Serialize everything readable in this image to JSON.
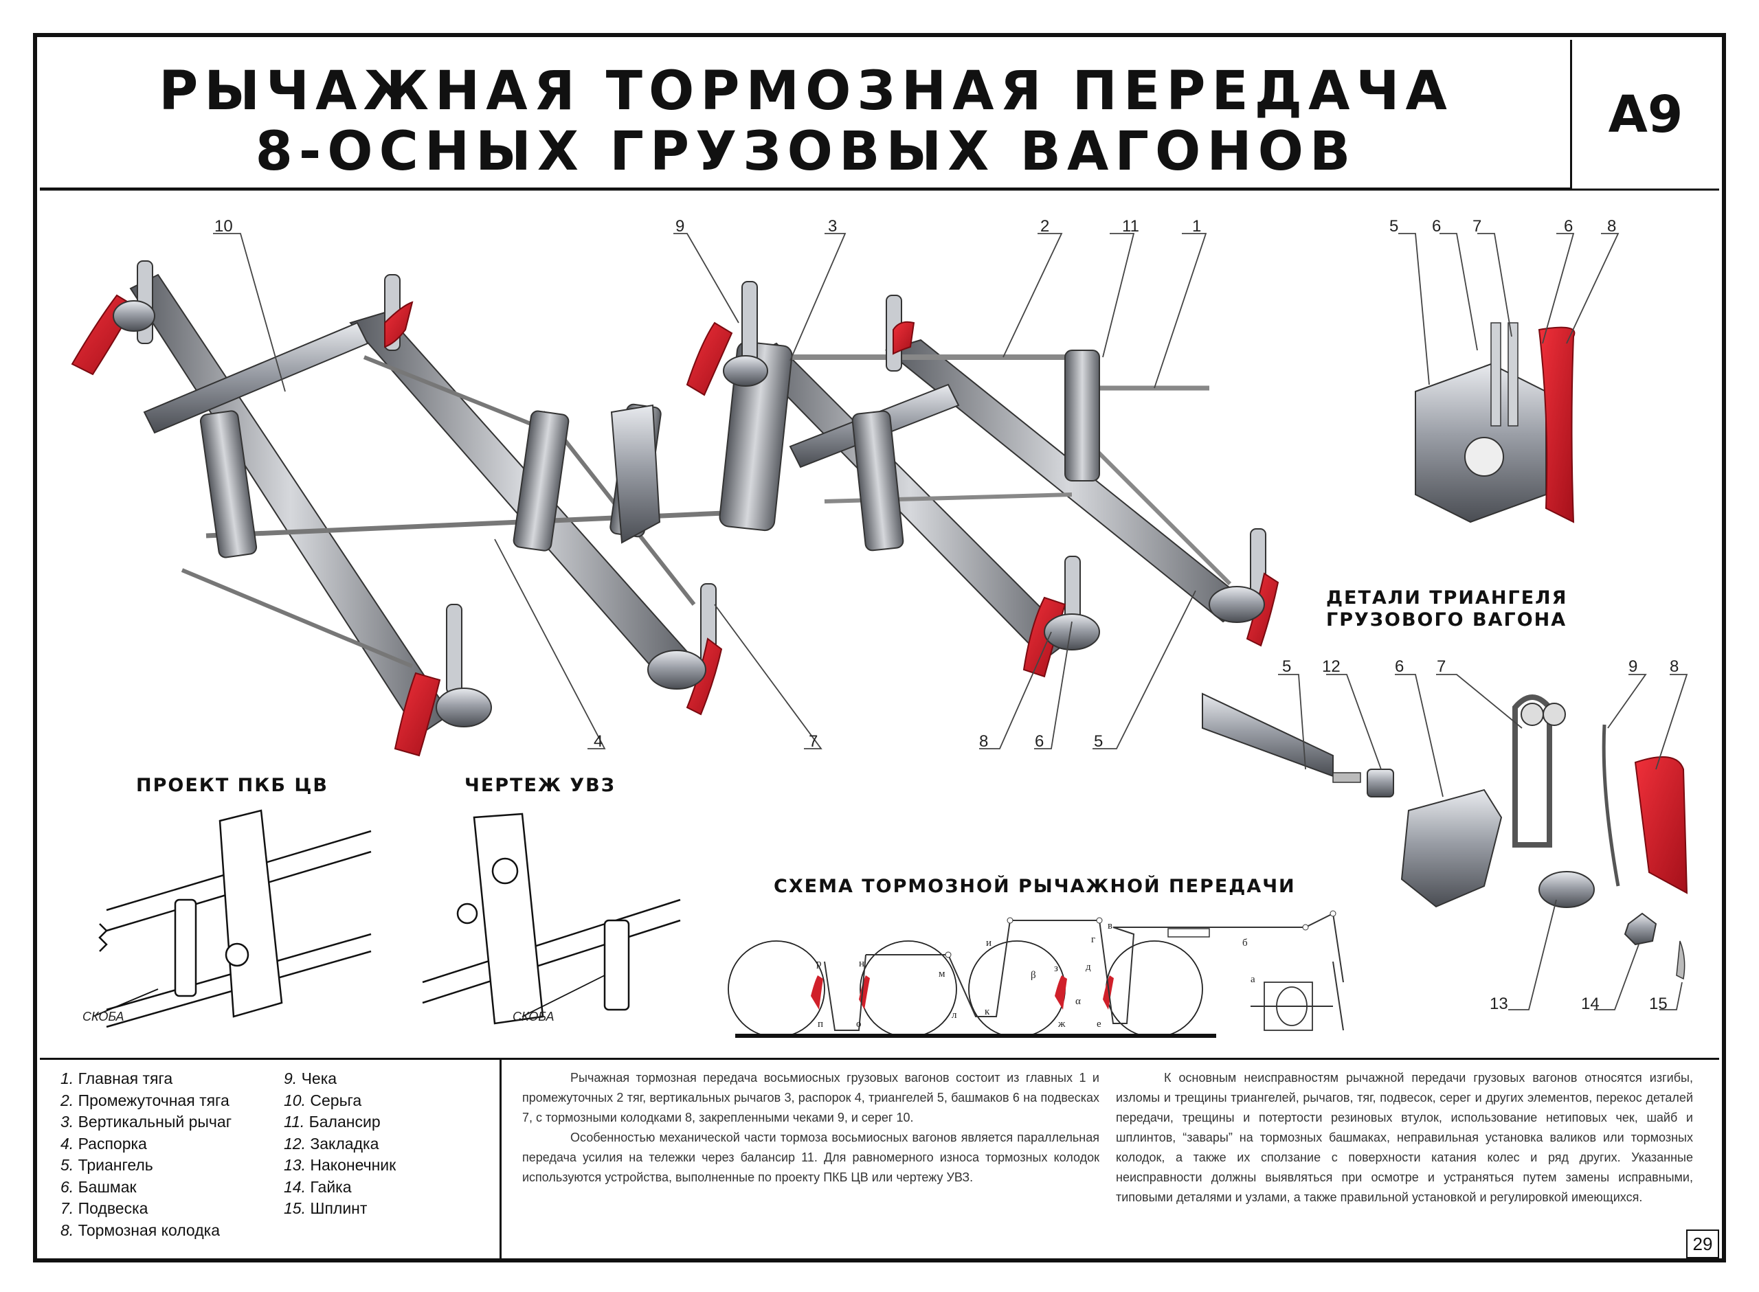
{
  "title": {
    "line1": "РЫЧАЖНАЯ ТОРМОЗНАЯ ПЕРЕДАЧА",
    "line2": "8-ОСНЫХ ГРУЗОВЫХ ВАГОНОВ"
  },
  "code": "А9",
  "main_callouts": [
    "10",
    "9",
    "3",
    "2",
    "11",
    "1",
    "4",
    "7",
    "8",
    "6",
    "5"
  ],
  "detail_top_callouts": [
    "5",
    "6",
    "7",
    "6",
    "8"
  ],
  "triangle_details": {
    "heading_line1": "ДЕТАЛИ ТРИАНГЕЛЯ",
    "heading_line2": "ГРУЗОВОГО ВАГОНА",
    "callouts_top": [
      "5",
      "12",
      "6",
      "7",
      "9",
      "8"
    ],
    "callouts_bottom": [
      "13",
      "14",
      "15"
    ]
  },
  "insets": {
    "pkb": {
      "heading": "ПРОЕКТ ПКБ ЦВ",
      "label": "СКОБА"
    },
    "uvz": {
      "heading": "ЧЕРТЕЖ УВЗ",
      "label": "СКОБА"
    }
  },
  "scheme": {
    "heading": "СХЕМА ТОРМОЗНОЙ РЫЧАЖНОЙ ПЕРЕДАЧИ",
    "letters": [
      "р",
      "н",
      "м",
      "и",
      "г",
      "в",
      "б",
      "а",
      "з",
      "д",
      "β",
      "α",
      "п",
      "о",
      "л",
      "к",
      "ж",
      "е"
    ]
  },
  "legend": {
    "col1": [
      {
        "num": "1.",
        "text": "Главная тяга"
      },
      {
        "num": "2.",
        "text": "Промежуточная тяга"
      },
      {
        "num": "3.",
        "text": "Вертикальный рычаг"
      },
      {
        "num": "4.",
        "text": "Распорка"
      },
      {
        "num": "5.",
        "text": "Триангель"
      },
      {
        "num": "6.",
        "text": "Башмак"
      },
      {
        "num": "7.",
        "text": "Подвеска"
      },
      {
        "num": "8.",
        "text": "Тормозная колодка"
      }
    ],
    "col2": [
      {
        "num": "9.",
        "text": "Чека"
      },
      {
        "num": "10.",
        "text": "Серьга"
      },
      {
        "num": "11.",
        "text": "Балансир"
      },
      {
        "num": "12.",
        "text": "Закладка"
      },
      {
        "num": "13.",
        "text": "Наконечник"
      },
      {
        "num": "14.",
        "text": "Гайка"
      },
      {
        "num": "15.",
        "text": "Шплинт"
      }
    ]
  },
  "text": {
    "col1_p1": "Рычажная тормозная передача восьмиосных грузовых вагонов состоит из главных 1 и промежуточных 2 тяг, вертикальных рычагов 3, распорок 4, триангелей 5, башмаков 6 на подвесках 7, с тормозными колодками 8, закрепленными чеками 9, и серег 10.",
    "col1_p2": "Особенностью механической части тормоза восьмиосных вагонов является параллельная передача усилия на тележки через балансир 11. Для равномерного износа тормозных колодок используются устройства, выполненные по проекту ПКБ ЦВ или чертежу УВЗ.",
    "col2_p1": "К основным неисправностям рычажной передачи грузовых вагонов относятся изгибы, изломы и трещины триангелей, рычагов, тяг, подвесок, серег и других элементов, перекос деталей передачи, трещины и потертости резиновых втулок, использование нетиповых чек, шайб и шплинтов, “завары” на тормозных башмаках, неправильная установка валиков или тормозных колодок, а также их сползание с поверхности катания колес и ряд других. Указанные неисправности должны выявляться при осмотре и устраняться путем замены исправными, типовыми деталями и узлами, а также правильной установкой и регулировкой имеющихся."
  },
  "page_number": "29",
  "colors": {
    "brake_shoe_red": "#d0202a",
    "ink": "#111111",
    "metal": "#b9bcc2"
  }
}
